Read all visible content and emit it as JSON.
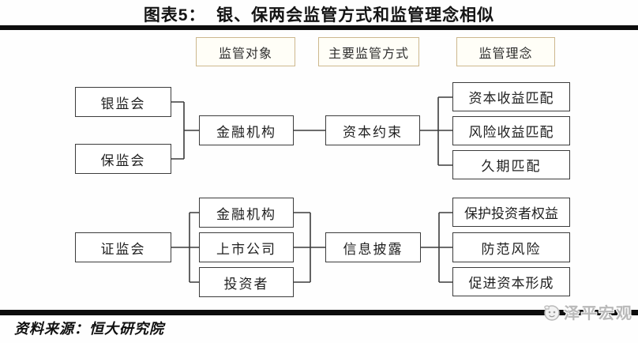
{
  "title": "图表5：  银、保两会监管方式和监管理念相似",
  "column_headers": {
    "object": "监管对象",
    "method": "主要监管方式",
    "concept": "监管理念"
  },
  "top_flow": {
    "regulators": [
      "银监会",
      "保监会"
    ],
    "object": "金融机构",
    "method": "资本约束",
    "concepts": [
      "资本收益匹配",
      "风险收益匹配",
      "久期匹配"
    ]
  },
  "bottom_flow": {
    "regulator": "证监会",
    "objects": [
      "金融机构",
      "上市公司",
      "投资者"
    ],
    "method": "信息披露",
    "concepts": [
      "保护投资者权益",
      "防范风险",
      "促进资本形成"
    ]
  },
  "footer": {
    "source": "资料来源：恒大研究院",
    "watermark": "泽平宏观"
  },
  "colors": {
    "header_border": "#cdb88e",
    "header_bg": "#fffef7",
    "box_border": "#3c3c3c",
    "line": "#3c3c3c",
    "bar": "#0d0d0d",
    "watermark": "#b9b9b9"
  }
}
